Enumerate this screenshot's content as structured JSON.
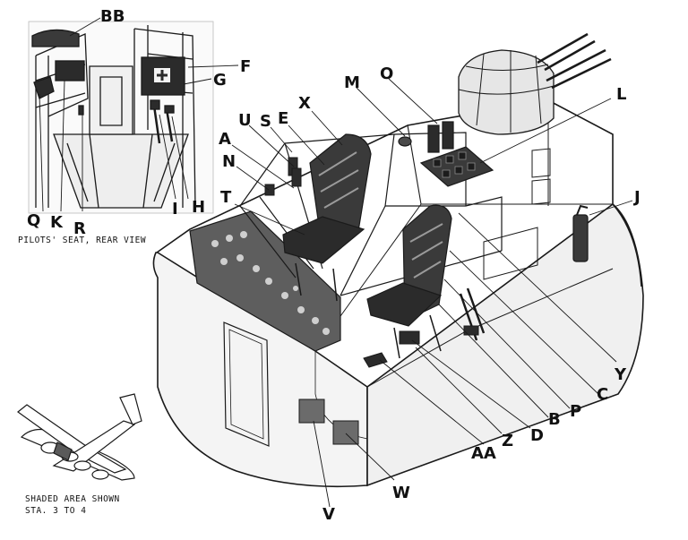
{
  "inset_caption": "PILOTS' SEAT, REAR VIEW",
  "locator_caption": {
    "line1": "SHADED AREA SHOWN",
    "line2": "STA. 3 TO 4"
  },
  "callouts": {
    "BB": "BB",
    "F": "F",
    "G": "G",
    "Q": "Q",
    "K": "K",
    "R": "R",
    "I": "I",
    "H": "H",
    "A": "A",
    "U": "U",
    "S": "S",
    "E": "E",
    "X": "X",
    "M": "M",
    "O": "O",
    "L": "L",
    "N": "N",
    "T": "T",
    "J": "J",
    "Y": "Y",
    "C": "C",
    "P": "P",
    "B": "B",
    "D": "D",
    "Z": "Z",
    "AA": "AA",
    "W": "W",
    "V": "V"
  },
  "colors": {
    "line": "#1a1a1a",
    "dark": "#2b2b2b",
    "shade": "#6b6b6b",
    "light": "#e6e6e6",
    "hull": "#f4f4f4"
  }
}
